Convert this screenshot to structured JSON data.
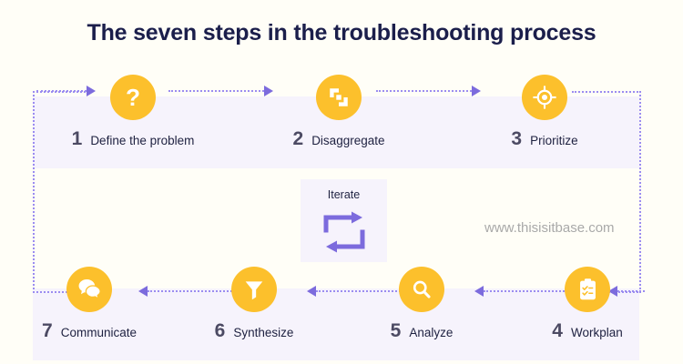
{
  "page": {
    "title": "The seven steps in the troubleshooting process",
    "watermark": "www.thisisitbase.com",
    "background_color": "#fffef7",
    "band_color": "#f6f3fc",
    "circle_color": "#fcc02c",
    "arrow_color": "#7c6bdd",
    "dotted_color": "#9b8cf0",
    "title_color": "#1b1e4b",
    "number_color": "#4c4a63",
    "label_color": "#1e2140"
  },
  "center": {
    "label": "Iterate",
    "icon": "loop-arrows-icon"
  },
  "steps": [
    {
      "number": "1",
      "label": "Define the problem",
      "icon": "question-mark-icon"
    },
    {
      "number": "2",
      "label": "Disaggregate",
      "icon": "overlapping-squares-icon"
    },
    {
      "number": "3",
      "label": "Prioritize",
      "icon": "target-crosshair-icon"
    },
    {
      "number": "4",
      "label": "Workplan",
      "icon": "clipboard-checklist-icon"
    },
    {
      "number": "5",
      "label": "Analyze",
      "icon": "magnifier-icon"
    },
    {
      "number": "6",
      "label": "Synthesize",
      "icon": "funnel-icon"
    },
    {
      "number": "7",
      "label": "Communicate",
      "icon": "speech-bubbles-icon"
    }
  ]
}
